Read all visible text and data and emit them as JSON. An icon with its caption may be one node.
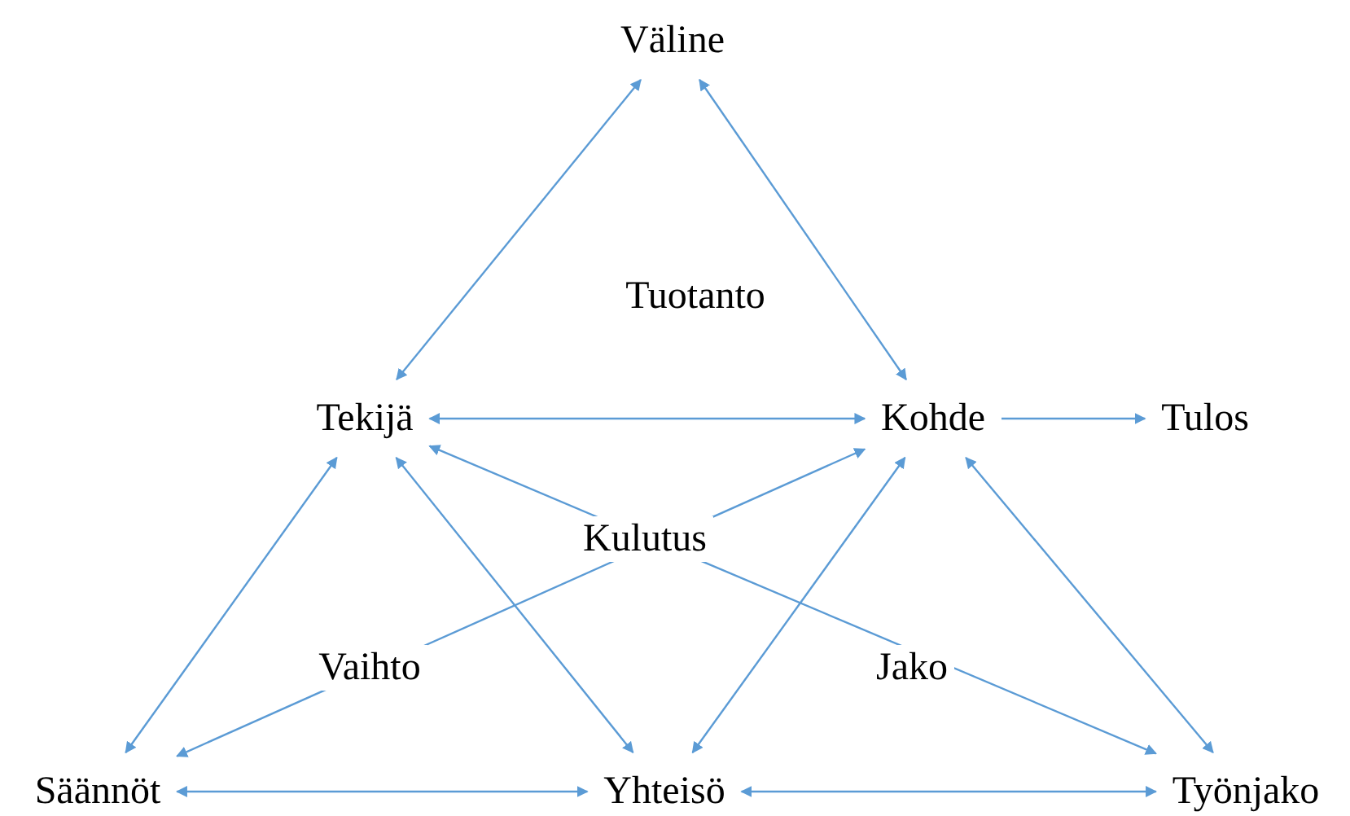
{
  "diagram": {
    "nodes": [
      {
        "text": [
          "Väline"
        ]
      },
      {
        "text": [
          "Tekijä"
        ]
      },
      {
        "text": [
          "Kohde"
        ]
      },
      {
        "text": [
          "Tulos"
        ]
      },
      {
        "text": [
          "Säännöt"
        ]
      },
      {
        "text": [
          "Yhteisö"
        ]
      },
      {
        "text": [
          "Työnjako"
        ]
      }
    ],
    "edges": [
      {
        "from": 0,
        "to": 1,
        "arrow": "both"
      },
      {
        "from": 0,
        "to": 2,
        "arrow": "both"
      },
      {
        "from": 1,
        "to": 2,
        "arrow": "both"
      },
      {
        "from": 2,
        "to": 3,
        "arrow": "to"
      },
      {
        "from": 1,
        "to": 4,
        "arrow": "both"
      },
      {
        "from": 1,
        "to": 5,
        "arrow": "both"
      },
      {
        "from": 1,
        "to": 6,
        "arrow": "both"
      },
      {
        "from": 2,
        "to": 4,
        "arrow": "both"
      },
      {
        "from": 2,
        "to": 5,
        "arrow": "both"
      },
      {
        "from": 2,
        "to": 6,
        "arrow": "both"
      },
      {
        "from": 4,
        "to": 5,
        "arrow": "both"
      },
      {
        "from": 5,
        "to": 6,
        "arrow": "both"
      }
    ],
    "labels": [
      "Tuotanto",
      "Kulutus",
      "Vaihto",
      "Jako"
    ]
  }
}
